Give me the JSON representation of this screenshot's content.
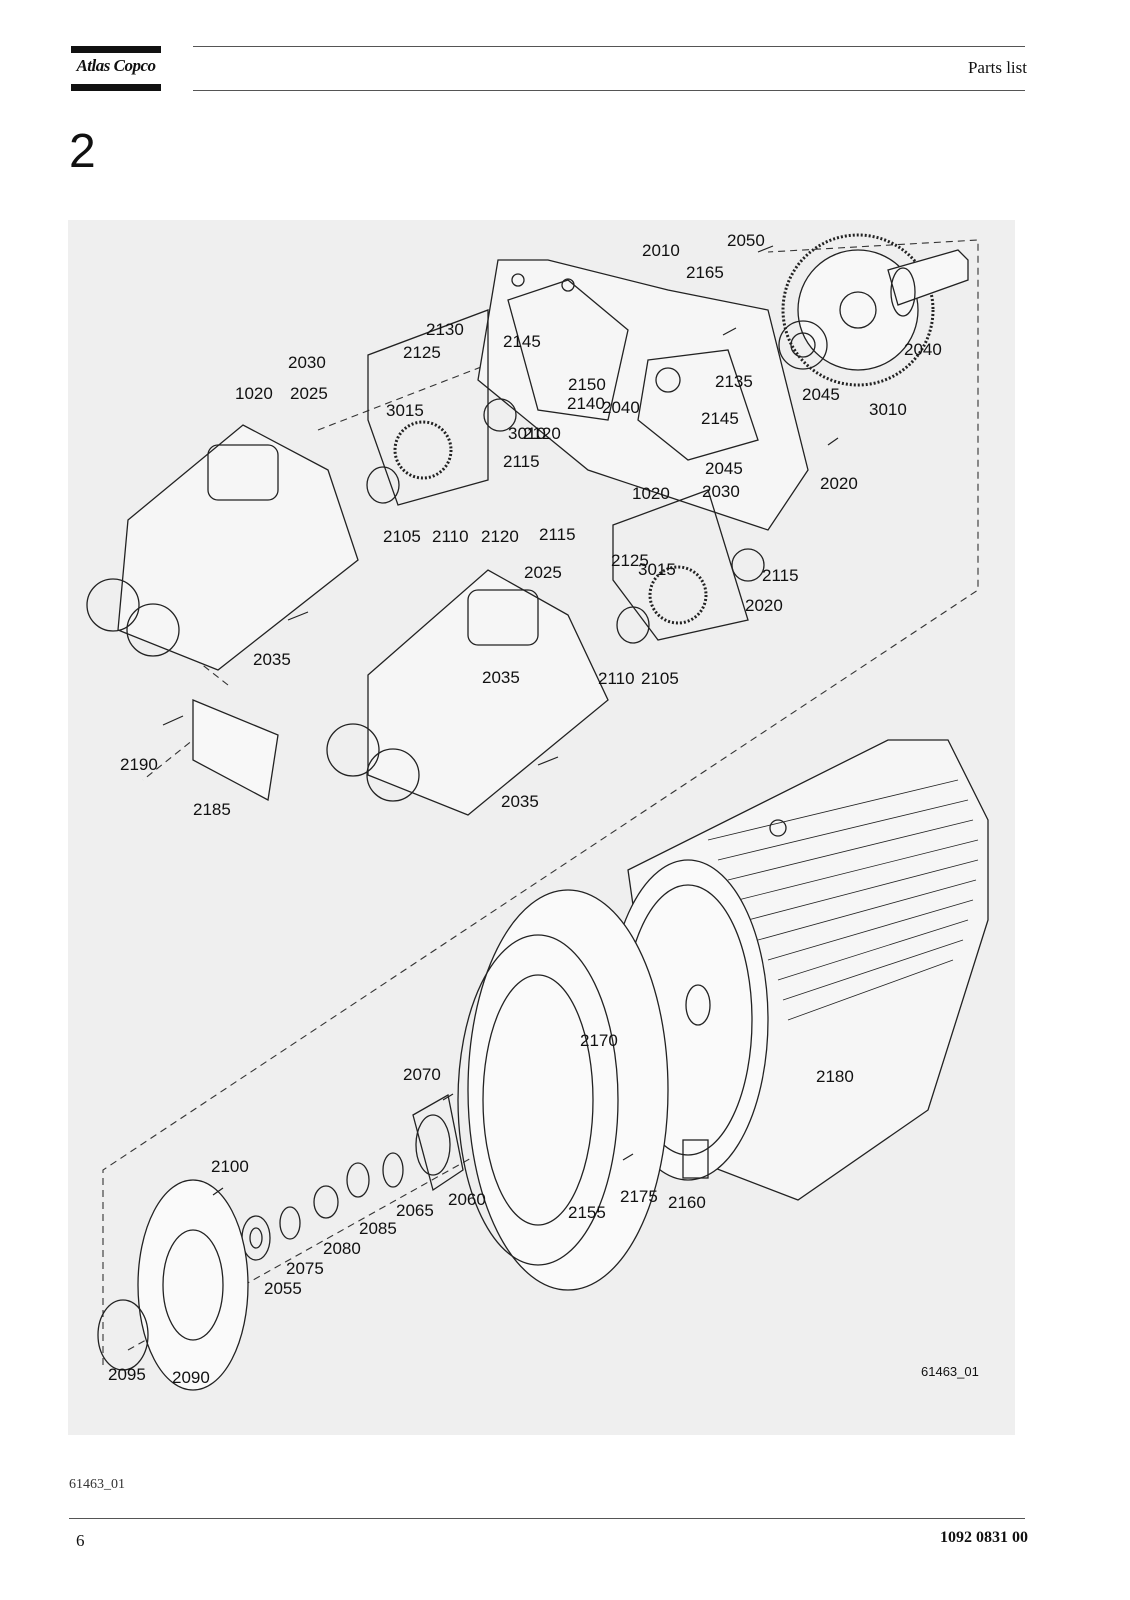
{
  "header": {
    "brand": "Atlas Copco",
    "title": "Parts list"
  },
  "section_number": "2",
  "figure": {
    "id_label": "61463_01",
    "callouts": [
      "2010",
      "2050",
      "2165",
      "2040",
      "2130",
      "2145",
      "2150",
      "2125",
      "2030",
      "2140",
      "2135",
      "2045",
      "3010",
      "1020",
      "2025",
      "3015",
      "2120",
      "2115",
      "2020",
      "2105",
      "2110",
      "2035",
      "2190",
      "2185",
      "2170",
      "2070",
      "2180",
      "2100",
      "2065",
      "2060",
      "2155",
      "2175",
      "2160",
      "2085",
      "2080",
      "2075",
      "2055",
      "2095",
      "2090"
    ]
  },
  "caption": "61463_01",
  "footer": {
    "page_number": "6",
    "doc_number": "1092 0831 00"
  }
}
